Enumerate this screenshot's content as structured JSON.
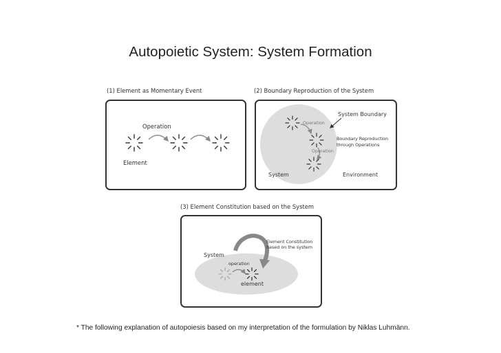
{
  "title": "Autopoietic System: System Formation",
  "panel1": {
    "caption": "(1) Element as Momentary Event",
    "operation_label": "Operation",
    "element_label": "Element"
  },
  "panel2": {
    "caption": "(2) Boundary Reproduction of the System",
    "system_boundary_label": "System Boundary",
    "operation_label_1": "Operation",
    "operation_label_2": "Operation",
    "annotation_line1": "Boundary Reproduction",
    "annotation_line2": "through Operations",
    "system_label": "System",
    "environment_label": "Environment"
  },
  "panel3": {
    "caption": "(3) Element Constitution based on the System",
    "annotation_line1": "Element Constitution",
    "annotation_line2": "based on the system",
    "system_label": "System",
    "operation_label": "operation",
    "element_label": "element"
  },
  "footnote": "* The following explanation of autopoiesis based on my interpretation of the formulation by Niklas Luhmänn.",
  "colors": {
    "stroke": "#333333",
    "system_fill": "#dddddd",
    "faded_element": "#9a9a9a"
  }
}
